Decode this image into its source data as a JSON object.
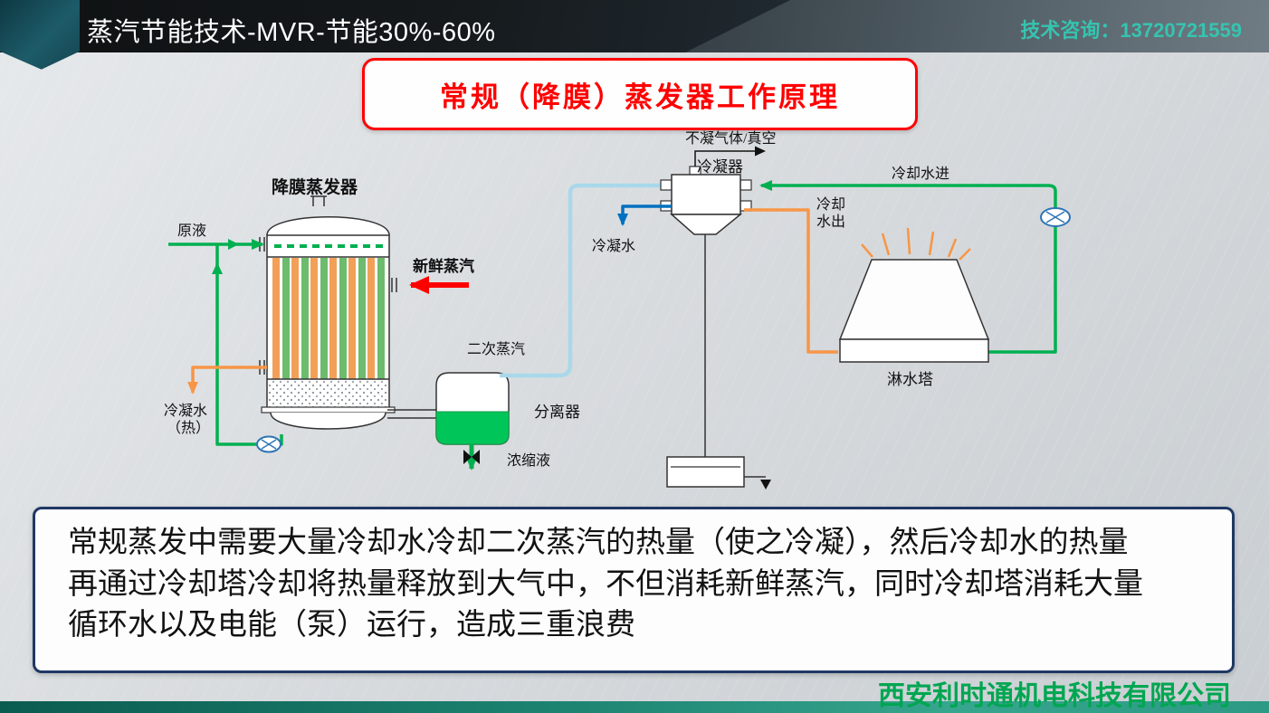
{
  "header": {
    "title": "蒸汽节能技术-MVR-节能30%-60%",
    "contact_label": "技术咨询：13720721559"
  },
  "slide": {
    "title": "常规（降膜）蒸发器工作原理"
  },
  "diagram": {
    "evaporator_label": "降膜蒸发器",
    "raw_liquid_label": "原液",
    "fresh_steam_label": "新鲜蒸汽",
    "hot_condensate_line1": "冷凝水",
    "hot_condensate_line2": "（热）",
    "secondary_steam_label": "二次蒸汽",
    "separator_label": "分离器",
    "concentrate_label": "浓缩液",
    "condenser_label": "冷凝器",
    "vacuum_label": "不凝气体/真空",
    "condensate_label": "冷凝水",
    "cooling_water_in_label": "冷却水进",
    "cooling_water_out_line1": "冷却",
    "cooling_water_out_line2": "水出",
    "spray_tower_label": "淋水塔"
  },
  "description": {
    "line1": "常规蒸发中需要大量冷却水冷却二次蒸汽的热量（使之冷凝），然后冷却水的热量",
    "line2": "再通过冷却塔冷却将热量释放到大气中，不但消耗新鲜蒸汽，同时冷却塔消耗大量",
    "line3": "循环水以及电能（泵）运行，造成三重浪费"
  },
  "footer": {
    "company": "西安利时通机电科技有限公司"
  },
  "colors": {
    "header_contact_teal": "#35c4b0",
    "title_red": "#ff0000",
    "line_green": "#00b050",
    "line_orange": "#f79646",
    "line_lightblue": "#a8d8ea",
    "line_blue": "#0070c0",
    "arrow_red": "#ff0000",
    "liquid_green": "#00c65a",
    "tube_orange": "#f2a057",
    "tube_green": "#6dbb6d",
    "company_green": "#00a651",
    "box_border_navy": "#1f3864",
    "bottom_bar_teal": "#1d8472"
  }
}
